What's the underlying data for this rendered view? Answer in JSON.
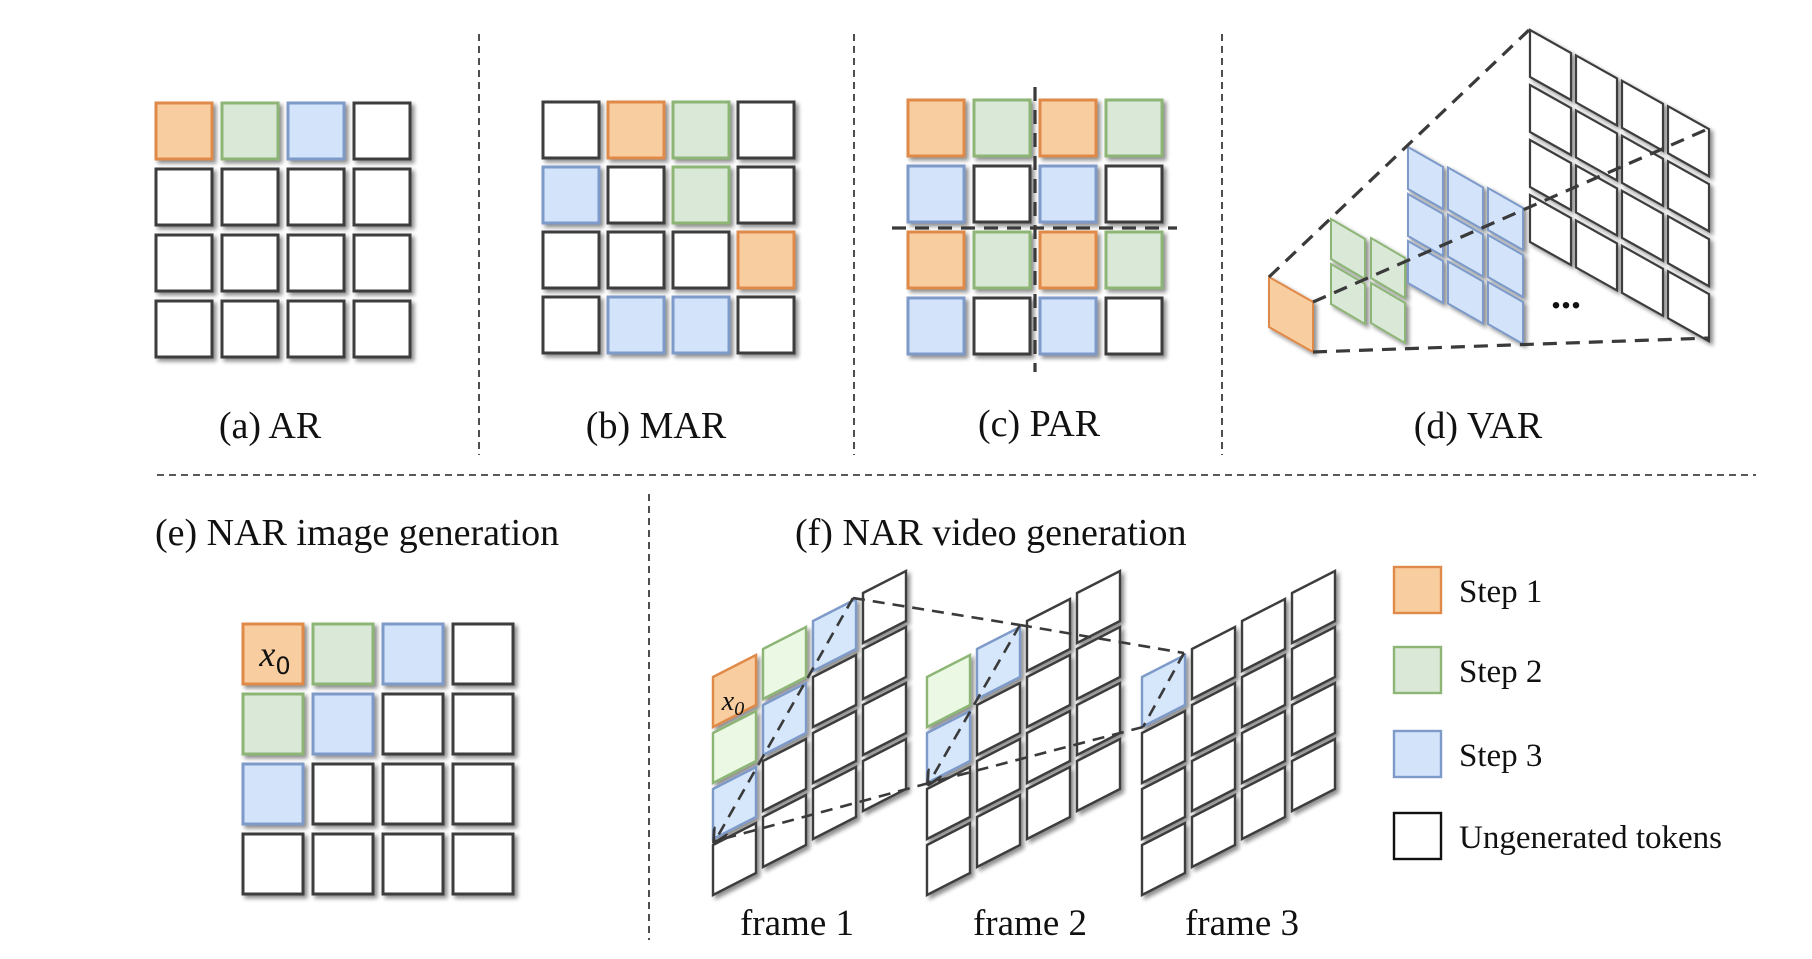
{
  "figure": {
    "panels": {
      "ar": {
        "caption": "(a) AR"
      },
      "mar": {
        "caption": "(b) MAR"
      },
      "par": {
        "caption": "(c) PAR"
      },
      "var": {
        "caption": "(d) VAR",
        "ellipsis": "..."
      },
      "nar_image": {
        "caption": "(e) NAR image generation",
        "first_token_label": "x",
        "first_token_subscript": "0"
      },
      "nar_video": {
        "caption": "(f) NAR video generation",
        "first_token_label": "x",
        "first_token_subscript": "0",
        "frames": [
          {
            "label": "frame 1"
          },
          {
            "label": "frame 2"
          },
          {
            "label": "frame 3"
          }
        ]
      }
    },
    "grids": {
      "ar": [
        [
          1,
          2,
          3,
          0
        ],
        [
          0,
          0,
          0,
          0
        ],
        [
          0,
          0,
          0,
          0
        ],
        [
          0,
          0,
          0,
          0
        ]
      ],
      "mar": [
        [
          0,
          1,
          2,
          0
        ],
        [
          3,
          0,
          2,
          0
        ],
        [
          0,
          0,
          0,
          1
        ],
        [
          0,
          3,
          3,
          0
        ]
      ],
      "par": [
        [
          1,
          2,
          1,
          2
        ],
        [
          3,
          0,
          3,
          0
        ],
        [
          1,
          2,
          1,
          2
        ],
        [
          3,
          0,
          3,
          0
        ]
      ],
      "nar_image": [
        [
          1,
          2,
          3,
          0
        ],
        [
          2,
          3,
          0,
          0
        ],
        [
          3,
          0,
          0,
          0
        ],
        [
          0,
          0,
          0,
          0
        ]
      ],
      "var_scales": [
        {
          "size": 1,
          "step": 1
        },
        {
          "size": 2,
          "step": 2
        },
        {
          "size": 3,
          "step": 3
        },
        {
          "size": 4,
          "step": 0
        }
      ],
      "video_frames": [
        [
          [
            1,
            2,
            3,
            0
          ],
          [
            2,
            3,
            0,
            0
          ],
          [
            3,
            0,
            0,
            0
          ],
          [
            0,
            0,
            0,
            0
          ]
        ],
        [
          [
            2,
            3,
            0,
            0
          ],
          [
            3,
            0,
            0,
            0
          ],
          [
            0,
            0,
            0,
            0
          ],
          [
            0,
            0,
            0,
            0
          ]
        ],
        [
          [
            3,
            0,
            0,
            0
          ],
          [
            0,
            0,
            0,
            0
          ],
          [
            0,
            0,
            0,
            0
          ],
          [
            0,
            0,
            0,
            0
          ]
        ]
      ]
    },
    "legend": [
      {
        "step": 1,
        "label": "Step 1"
      },
      {
        "step": 2,
        "label": "Step 2"
      },
      {
        "step": 3,
        "label": "Step 3"
      },
      {
        "step": 0,
        "label": "Ungenerated tokens"
      }
    ],
    "colors": {
      "step1_fill": "#F8CD9F",
      "step1_border": "#E08A4A",
      "step2_fill": "#DAE8D8",
      "step2_border": "#8DB676",
      "step3_fill": "#D2E3FA",
      "step3_border": "#7D9AC9",
      "empty_fill": "#FFFFFF",
      "empty_border": "#3C3C3C",
      "video_step2_fill": "#EAF8E4",
      "video_step3_fill": "#D6E7FB"
    }
  }
}
